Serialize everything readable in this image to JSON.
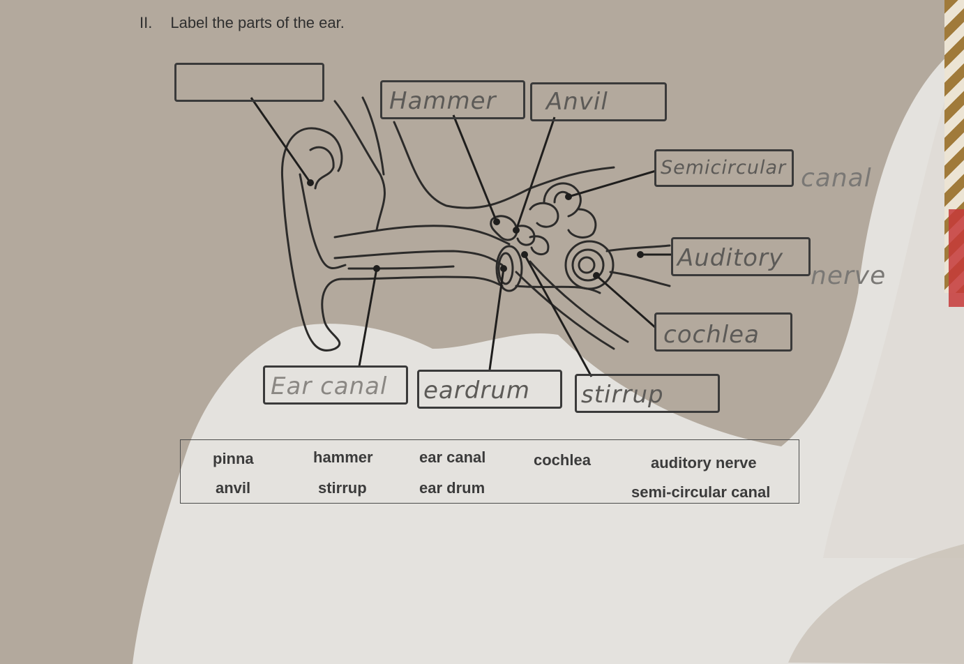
{
  "heading": {
    "number": "II.",
    "instruction": "Label the parts of the ear."
  },
  "labels": {
    "top_left": "",
    "hammer": "Hammer",
    "anvil": "Anvil",
    "semicircular": "Semicircular",
    "semicircular_extra": "canal",
    "auditory": "Auditory",
    "auditory_extra": "nerve",
    "cochlea": "cochlea",
    "ear_canal": "Ear canal",
    "eardrum": "eardrum",
    "stirrup": "stirrup"
  },
  "word_bank": {
    "row1": [
      "pinna",
      "hammer",
      "ear canal",
      "cochlea",
      "auditory nerve"
    ],
    "row2": [
      "anvil",
      "stirrup",
      "ear drum",
      "semi-circular canal"
    ]
  },
  "colors": {
    "paper": "#e4e2de",
    "shadow": "#b5ab9f",
    "ink": "#3a3a3a"
  }
}
